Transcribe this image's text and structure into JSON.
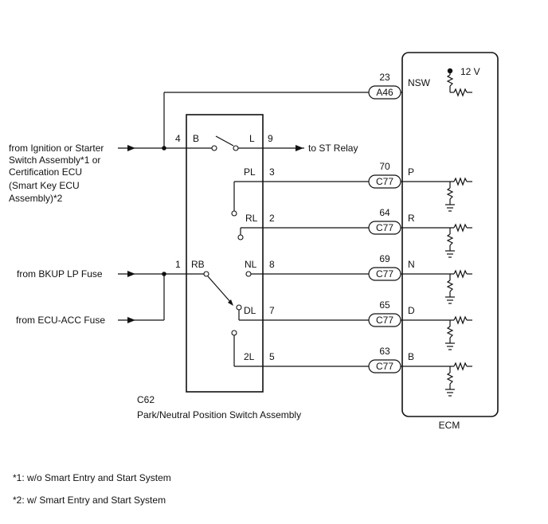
{
  "switch": {
    "code": "C62",
    "name": "Park/Neutral Position Switch Assembly",
    "pins": [
      {
        "label": "B",
        "num": "4"
      },
      {
        "label": "L",
        "num": "9"
      },
      {
        "label": "PL",
        "num": "3"
      },
      {
        "label": "RL",
        "num": "2"
      },
      {
        "label": "RB",
        "num": "1"
      },
      {
        "label": "NL",
        "num": "8"
      },
      {
        "label": "DL",
        "num": "7"
      },
      {
        "label": "2L",
        "num": "5"
      }
    ]
  },
  "sources": {
    "ignition": [
      "from Ignition or Starter",
      "Switch Assembly*1 or",
      "Certification ECU",
      "(Smart Key ECU",
      "Assembly)*2"
    ],
    "to_st_relay": "to ST Relay",
    "bkup": "from BKUP LP Fuse",
    "ecu_acc": "from ECU-ACC Fuse"
  },
  "ecm": {
    "name": "ECM",
    "voltage": "12 V",
    "connectors": [
      {
        "pin": "23",
        "code": "A46",
        "signal": "NSW"
      },
      {
        "pin": "70",
        "code": "C77",
        "signal": "P"
      },
      {
        "pin": "64",
        "code": "C77",
        "signal": "R"
      },
      {
        "pin": "69",
        "code": "C77",
        "signal": "N"
      },
      {
        "pin": "65",
        "code": "C77",
        "signal": "D"
      },
      {
        "pin": "63",
        "code": "C77",
        "signal": "B"
      }
    ]
  },
  "notes": [
    "*1: w/o Smart Entry and Start System",
    "*2: w/ Smart Entry and Start System"
  ]
}
